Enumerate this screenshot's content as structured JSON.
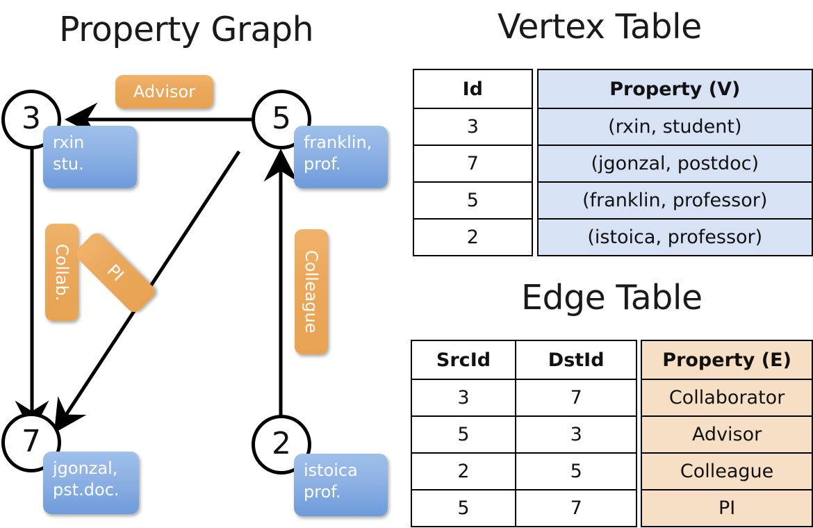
{
  "titles": {
    "property_graph": "Property Graph",
    "vertex_table": "Vertex Table",
    "edge_table": "Edge Table"
  },
  "graph": {
    "nodes": [
      {
        "id": "3",
        "label": "rxin\nstu."
      },
      {
        "id": "5",
        "label": "franklin,\nprof."
      },
      {
        "id": "7",
        "label": "jgonzal,\npst.doc."
      },
      {
        "id": "2",
        "label": "istoica\nprof."
      }
    ],
    "node_ids": {
      "n3": "3",
      "n5": "5",
      "n7": "7",
      "n2": "2"
    },
    "vertex_boxes": {
      "rxin_line1": "rxin",
      "rxin_line2": "stu.",
      "franklin_line1": "franklin,",
      "franklin_line2": "prof.",
      "jgonzal_line1": "jgonzal,",
      "jgonzal_line2": "pst.doc.",
      "istoica_line1": "istoica",
      "istoica_line2": "prof."
    },
    "edge_labels": {
      "advisor": "Advisor",
      "collab": "Collab.",
      "pi": "PI",
      "colleague": "Colleague"
    },
    "edges": [
      {
        "from": "5",
        "to": "3",
        "label": "Advisor"
      },
      {
        "from": "3",
        "to": "7",
        "label": "Collab."
      },
      {
        "from": "5",
        "to": "7",
        "label": "PI"
      },
      {
        "from": "2",
        "to": "5",
        "label": "Colleague"
      }
    ],
    "colors": {
      "edge_label_fill": "#eaa85c",
      "vertex_box_fill": "#8db1e3",
      "node_stroke": "#000000",
      "arrow": "#000000"
    }
  },
  "vertex_table": {
    "headers": {
      "id": "Id",
      "property": "Property (V)"
    },
    "rows": [
      {
        "id": "3",
        "property": "(rxin, student)"
      },
      {
        "id": "7",
        "property": "(jgonzal, postdoc)"
      },
      {
        "id": "5",
        "property": "(franklin, professor)"
      },
      {
        "id": "2",
        "property": "(istoica, professor)"
      }
    ],
    "property_column_color": "#d7e3f4"
  },
  "edge_table": {
    "headers": {
      "src": "SrcId",
      "dst": "DstId",
      "property": "Property (E)"
    },
    "rows": [
      {
        "src": "3",
        "dst": "7",
        "property": "Collaborator"
      },
      {
        "src": "5",
        "dst": "3",
        "property": "Advisor"
      },
      {
        "src": "2",
        "dst": "5",
        "property": "Colleague"
      },
      {
        "src": "5",
        "dst": "7",
        "property": "PI"
      }
    ],
    "property_column_color": "#f6dfc4"
  }
}
